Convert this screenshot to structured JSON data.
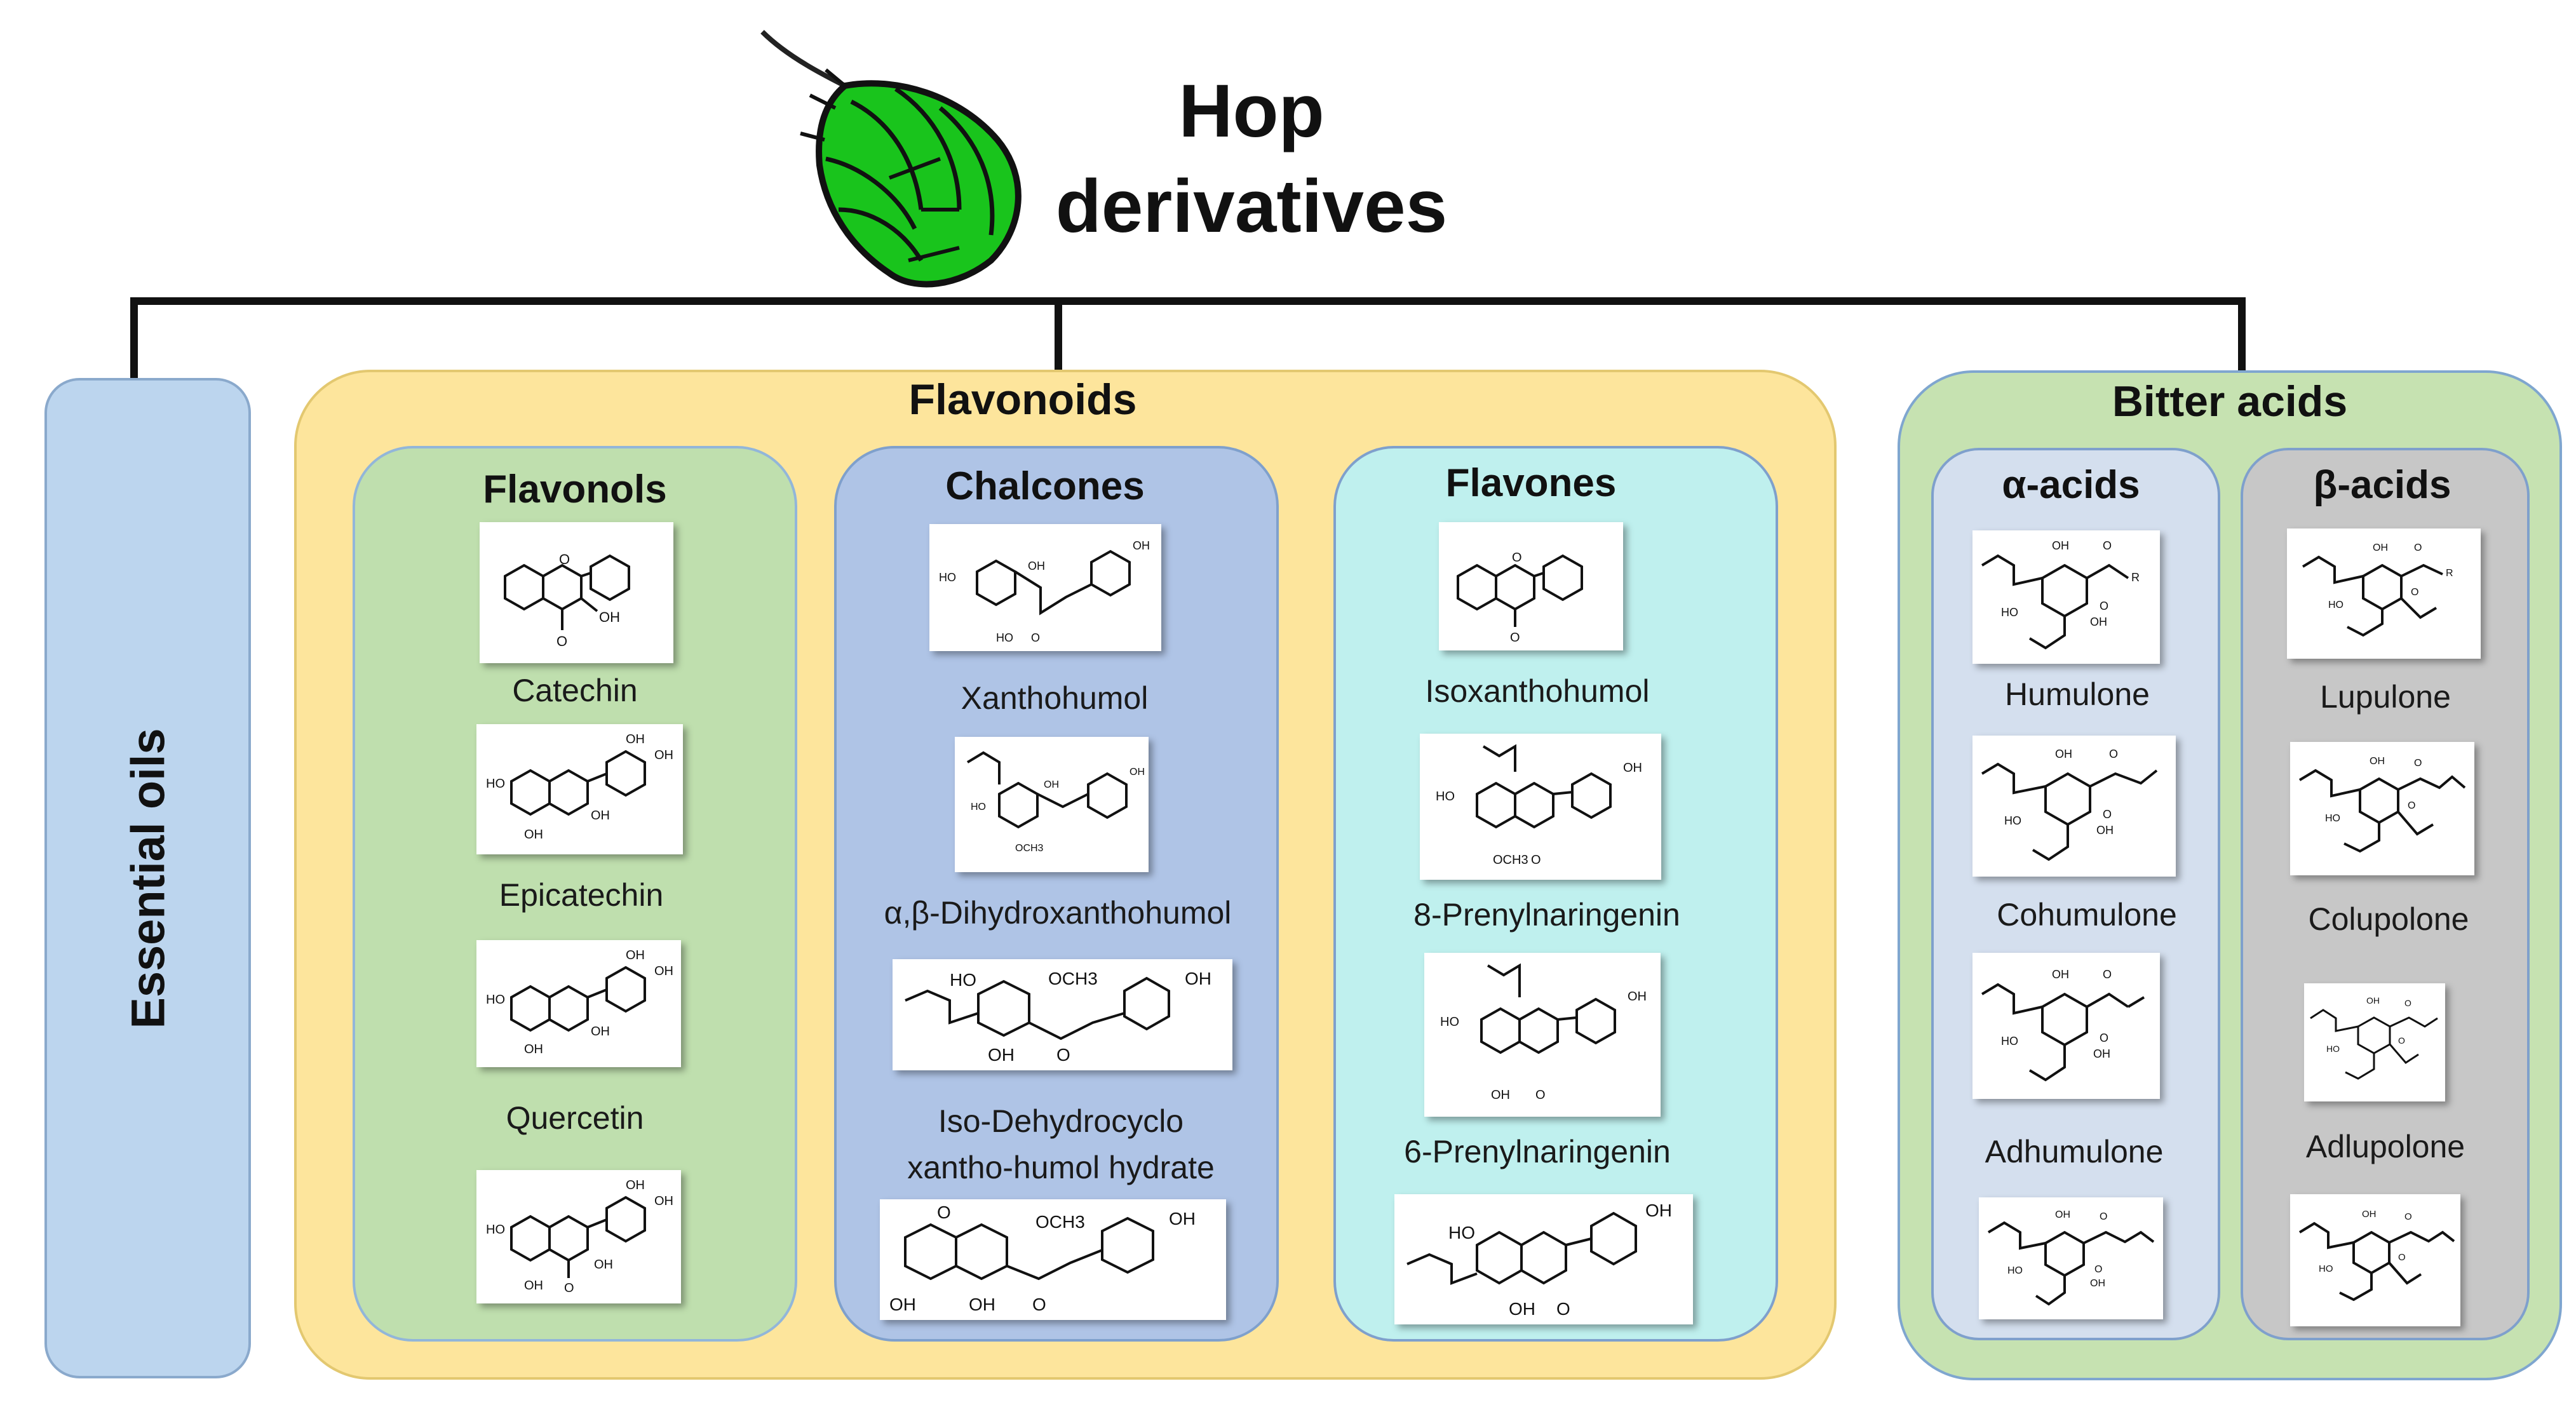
{
  "title_line1": "Hop",
  "title_line2": "derivatives",
  "essential_oils": "Essential oils",
  "flavonoids": {
    "title": "Flavonoids",
    "flavonols": {
      "title": "Flavonols",
      "compounds": [
        "Catechin",
        "Epicatechin",
        "Quercetin"
      ]
    },
    "chalcones": {
      "title": "Chalcones",
      "compounds": [
        "Xanthohumol",
        "α,β-Dihydroxanthohumol",
        "Iso-Dehydrocyclo",
        "xantho-humol hydrate"
      ]
    },
    "flavones": {
      "title": "Flavones",
      "compounds": [
        "Isoxanthohumol",
        "8-Prenylnaringenin",
        "6-Prenylnaringenin"
      ]
    }
  },
  "bitter_acids": {
    "title": "Bitter acids",
    "alpha": {
      "title": "α-acids",
      "compounds": [
        "Humulone",
        "Cohumulone",
        "Adhumulone"
      ]
    },
    "beta": {
      "title": "β-acids",
      "compounds": [
        "Lupulone",
        "Colupolone",
        "Adlupolone"
      ]
    }
  },
  "atoms": {
    "oh": "OH",
    "ho": "HO",
    "o": "O",
    "och3": "OCH3",
    "r": "R"
  }
}
